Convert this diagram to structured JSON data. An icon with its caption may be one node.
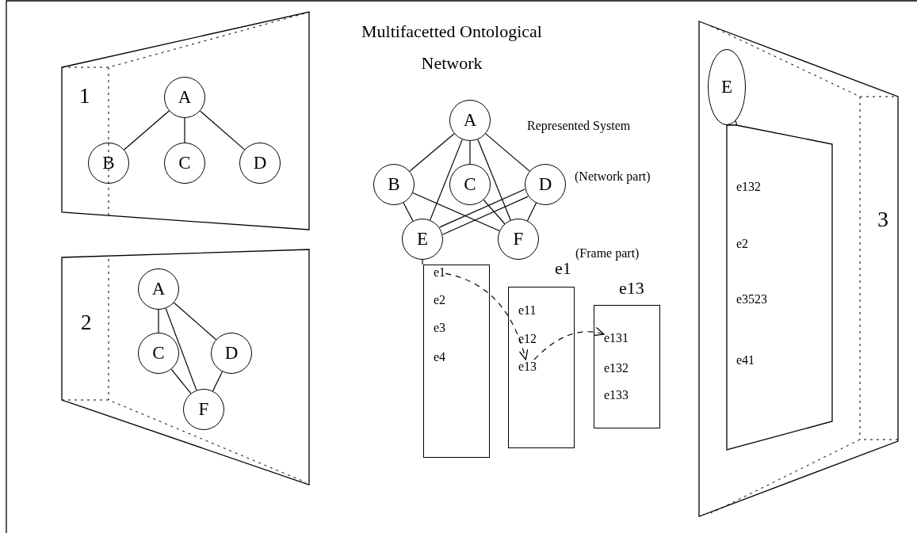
{
  "diagram": {
    "title": "Multifacetted Ontological Network",
    "nodes": [
      {
        "text": [
          "1"
        ]
      },
      {
        "text": [
          "A"
        ],
        "in": 0
      },
      {
        "text": [
          "B"
        ],
        "in": 0
      },
      {
        "text": [
          "C"
        ],
        "in": 0
      },
      {
        "text": [
          "D"
        ],
        "in": 0
      },
      {
        "text": [
          "2"
        ]
      },
      {
        "text": [
          "A"
        ],
        "in": 5
      },
      {
        "text": [
          "C"
        ],
        "in": 5
      },
      {
        "text": [
          "D"
        ],
        "in": 5
      },
      {
        "text": [
          "F"
        ],
        "in": 5
      },
      {
        "text": [
          "A"
        ]
      },
      {
        "text": [
          "B"
        ]
      },
      {
        "text": [
          "C"
        ]
      },
      {
        "text": [
          "D"
        ]
      },
      {
        "text": [
          "E"
        ]
      },
      {
        "text": [
          "F"
        ]
      },
      {
        "text": [],
        "shape": "box"
      },
      {
        "text": [
          "e1"
        ],
        "in": 16
      },
      {
        "text": [
          "e2"
        ],
        "in": 16
      },
      {
        "text": [
          "e3"
        ],
        "in": 16
      },
      {
        "text": [
          "e4"
        ],
        "in": 16
      },
      {
        "text": [
          "e1"
        ]
      },
      {
        "text": [
          "e11"
        ],
        "in": 21
      },
      {
        "text": [
          "e12"
        ],
        "in": 21
      },
      {
        "text": [
          "e13"
        ],
        "in": 21
      },
      {
        "text": [
          "e13"
        ]
      },
      {
        "text": [
          "e131"
        ],
        "in": 25
      },
      {
        "text": [
          "e132"
        ],
        "in": 25
      },
      {
        "text": [
          "e133"
        ],
        "in": 25
      },
      {
        "text": [
          "3"
        ]
      },
      {
        "text": [
          "E"
        ],
        "in": 29
      },
      {
        "text": [
          "e132",
          "e2",
          "e3523",
          "e41"
        ],
        "in": 29
      }
    ],
    "edges": [
      {
        "from": 1,
        "to": 2,
        "arrow": "none"
      },
      {
        "from": 1,
        "to": 3,
        "arrow": "none"
      },
      {
        "from": 1,
        "to": 4,
        "arrow": "none"
      },
      {
        "from": 6,
        "to": 7,
        "arrow": "none"
      },
      {
        "from": 6,
        "to": 9,
        "arrow": "none"
      },
      {
        "from": 6,
        "to": 8,
        "arrow": "none"
      },
      {
        "from": 7,
        "to": 9,
        "arrow": "none"
      },
      {
        "from": 8,
        "to": 9,
        "arrow": "none"
      },
      {
        "from": 10,
        "to": 11,
        "arrow": "none"
      },
      {
        "from": 10,
        "to": 14,
        "arrow": "none"
      },
      {
        "from": 10,
        "to": 12,
        "arrow": "none"
      },
      {
        "from": 10,
        "to": 15,
        "arrow": "none"
      },
      {
        "from": 10,
        "to": 13,
        "arrow": "none"
      },
      {
        "from": 11,
        "to": 14,
        "arrow": "none"
      },
      {
        "from": 11,
        "to": 15,
        "arrow": "none"
      },
      {
        "from": 12,
        "to": 15,
        "arrow": "none"
      },
      {
        "from": 13,
        "to": 14,
        "arrow": "none"
      },
      {
        "from": 13,
        "to": 14,
        "arrow": "none"
      },
      {
        "from": 13,
        "to": 15,
        "arrow": "none"
      },
      {
        "from": 14,
        "to": 16,
        "arrow": "none"
      },
      {
        "from": 17,
        "to": 24,
        "arrow": "to",
        "style": "dashed"
      },
      {
        "from": 24,
        "to": 26,
        "arrow": "to",
        "style": "dashed"
      },
      {
        "from": 30,
        "to": 31,
        "arrow": "none"
      }
    ],
    "labels": [
      "Represented System",
      "(Network part)",
      "(Frame part)"
    ]
  }
}
